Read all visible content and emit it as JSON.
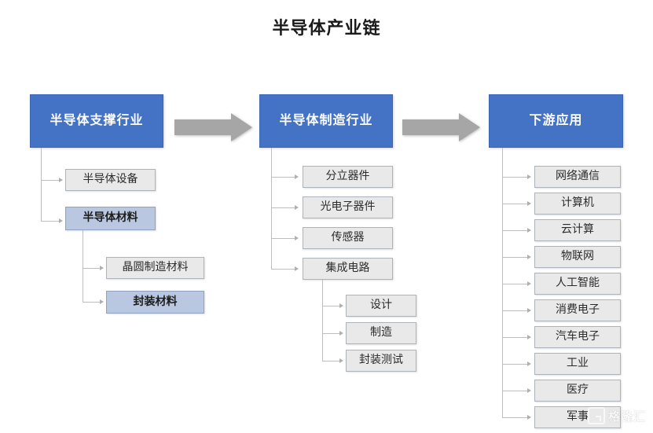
{
  "title": "半导体产业链",
  "watermark": {
    "text": "格隆汇",
    "logo": "g-logo-mark"
  },
  "columns": [
    {
      "id": "support",
      "header": "半导体支撑行业",
      "level1": [
        {
          "label": "半导体设备",
          "style": "gray"
        },
        {
          "label": "半导体材料",
          "style": "lightblue"
        }
      ],
      "level2_parent": "半导体材料",
      "level2": [
        {
          "label": "晶圆制造材料",
          "style": "gray"
        },
        {
          "label": "封装材料",
          "style": "lightblue"
        }
      ]
    },
    {
      "id": "manufacturing",
      "header": "半导体制造行业",
      "level1": [
        {
          "label": "分立器件",
          "style": "gray"
        },
        {
          "label": "光电子器件",
          "style": "gray"
        },
        {
          "label": "传感器",
          "style": "gray"
        },
        {
          "label": "集成电路",
          "style": "gray"
        }
      ],
      "level2_parent": "集成电路",
      "level2": [
        {
          "label": "设计",
          "style": "gray"
        },
        {
          "label": "制造",
          "style": "gray"
        },
        {
          "label": "封装测试",
          "style": "gray"
        }
      ]
    },
    {
      "id": "downstream",
      "header": "下游应用",
      "level1": [
        {
          "label": "网络通信",
          "style": "gray"
        },
        {
          "label": "计算机",
          "style": "gray"
        },
        {
          "label": "云计算",
          "style": "gray"
        },
        {
          "label": "物联网",
          "style": "gray"
        },
        {
          "label": "人工智能",
          "style": "gray"
        },
        {
          "label": "消费电子",
          "style": "gray"
        },
        {
          "label": "汽车电子",
          "style": "gray"
        },
        {
          "label": "工业",
          "style": "gray"
        },
        {
          "label": "医疗",
          "style": "gray"
        },
        {
          "label": "军事",
          "style": "gray"
        }
      ],
      "level2": []
    }
  ],
  "flow_arrows": [
    {
      "name": "arrow-support-to-manufacturing"
    },
    {
      "name": "arrow-manufacturing-to-downstream"
    }
  ],
  "colors": {
    "header_blue": "#4472C4",
    "light_blue": "#B9C8E0",
    "gray_box": "#E9E9E9",
    "box_border": "#ADB3BC",
    "connector": "#BEBEBE",
    "flow_arrow": "#A6A6A6",
    "background": "#FFFFFF",
    "title_text": "#1A1A1A"
  }
}
